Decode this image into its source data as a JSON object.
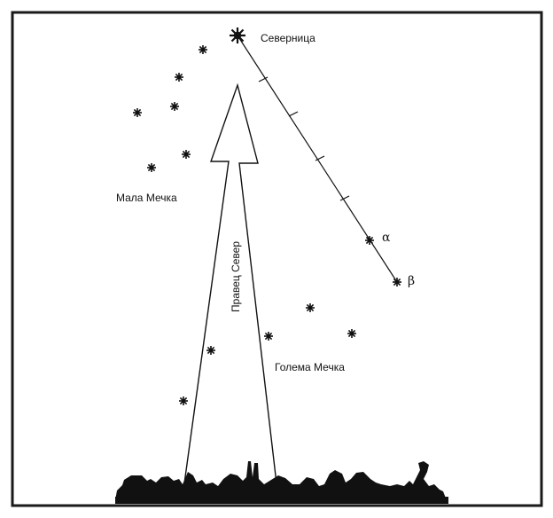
{
  "labels": {
    "polaris": "Северница",
    "little_dipper": "Мала Мечка",
    "big_dipper": "Голема Мечка",
    "true_north": "Правец Север",
    "alpha": "α",
    "beta": "β"
  },
  "colors": {
    "ink": "#111111",
    "paper": "#ffffff",
    "frame": "#1a1a1a"
  },
  "icons": {
    "star": "star-icon",
    "arrow": "north-arrow-icon",
    "skyline": "town-silhouette-icon"
  }
}
